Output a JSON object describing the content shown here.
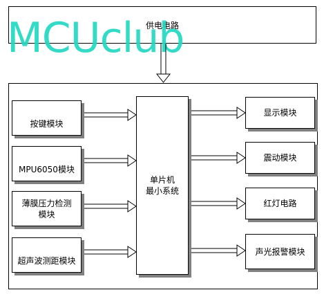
{
  "diagram": {
    "power_supply": "供电电路",
    "watermark": "MCUclub",
    "mcu": {
      "line1": "单片机",
      "line2": "最小系统"
    },
    "inputs": [
      {
        "line1": "按键模块",
        "line2": ""
      },
      {
        "line1": "MPU6050模块",
        "line2": ""
      },
      {
        "line1": "薄膜压力检测",
        "line2": "模块"
      },
      {
        "line1": "超声波测距模块",
        "line2": ""
      }
    ],
    "outputs": [
      {
        "label": "显示模块"
      },
      {
        "label": "震动模块"
      },
      {
        "label": "红灯电路"
      },
      {
        "label": "声光报警模块"
      }
    ]
  }
}
